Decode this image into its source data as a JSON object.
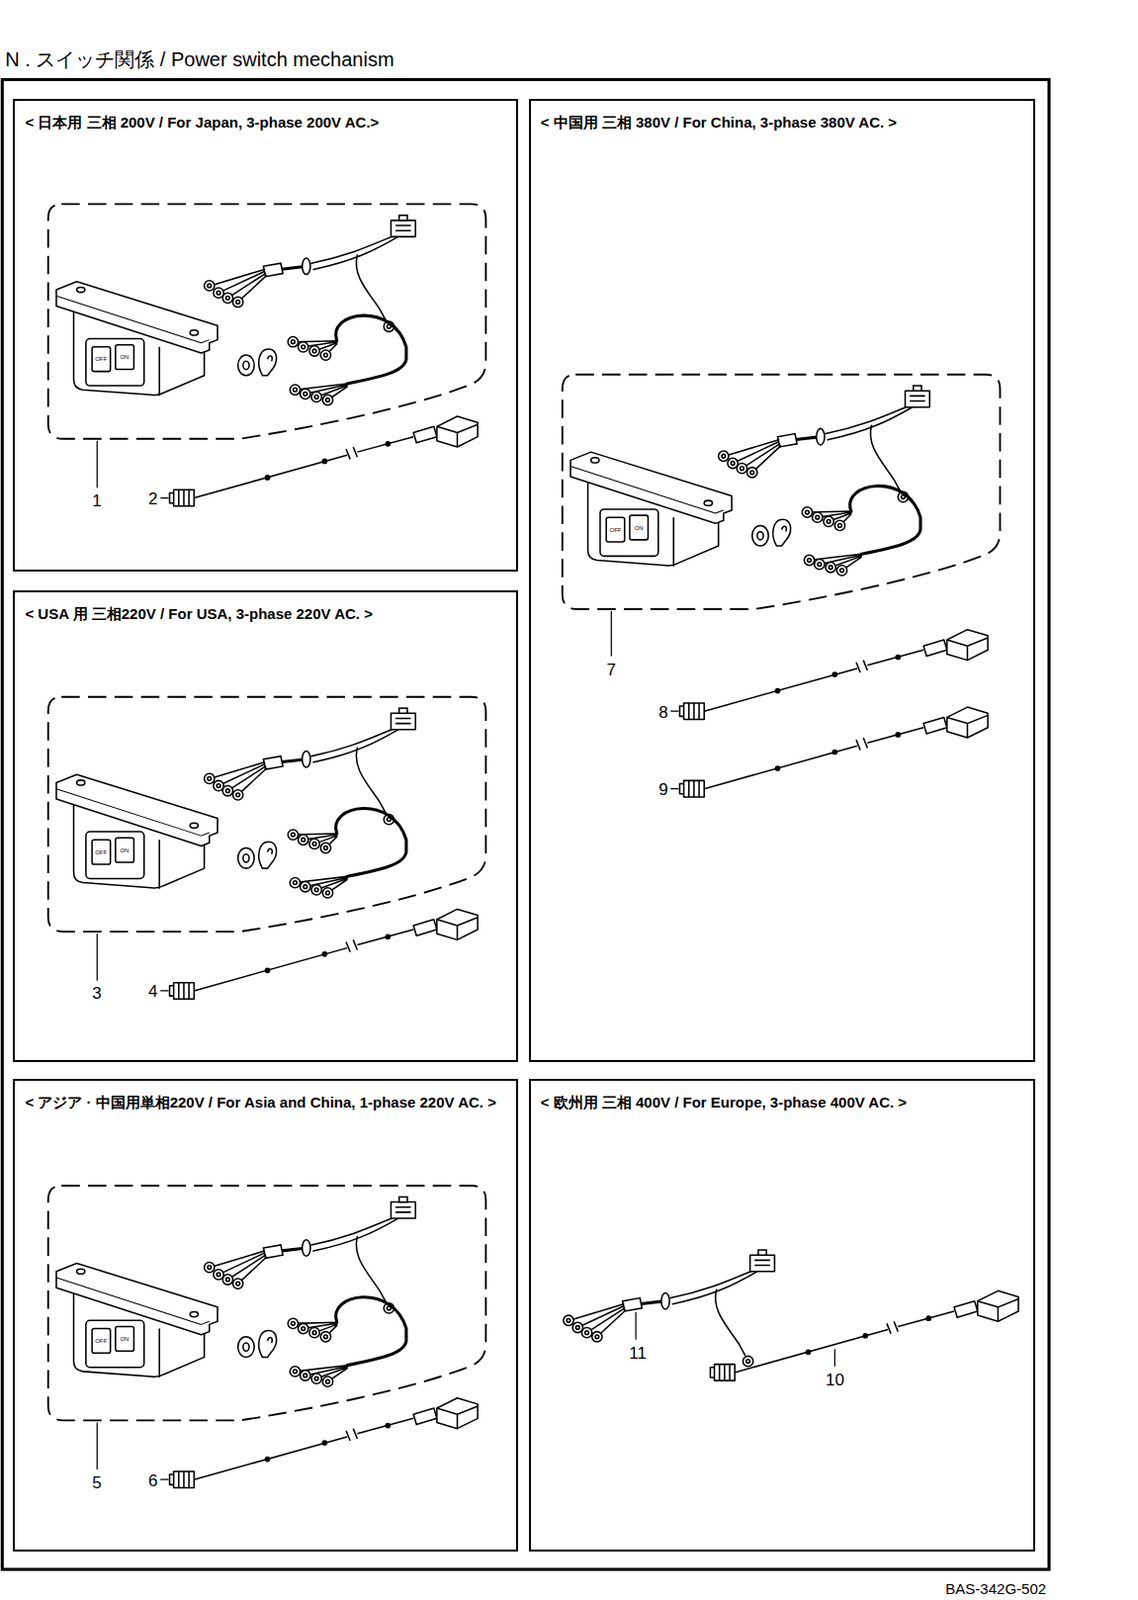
{
  "diagram": {
    "title": "N . スイッチ関係 / Power switch mechanism",
    "nodes": [
      {
        "text": [
          "< 日本用 三相 200V / For Japan, 3-phase 200V AC.>"
        ]
      },
      {
        "text": [
          "< 中国用 三相 380V / For China, 3-phase 380V AC. >"
        ]
      },
      {
        "text": [
          "< USA 用 三相220V / For USA, 3-phase 220V AC. >"
        ]
      },
      {
        "text": [
          "< アジア · 中国用単相220V / For Asia and China, 1-phase 220V AC. >"
        ]
      },
      {
        "text": [
          "< 欧州用 三相 400V / For Europe, 3-phase 400V AC. >"
        ]
      }
    ],
    "labels": [
      "OFF",
      "ON",
      "1",
      "2",
      "OFF",
      "ON",
      "7",
      "8",
      "9",
      "OFF",
      "ON",
      "3",
      "4",
      "OFF",
      "ON",
      "5",
      "6",
      "11",
      "10",
      "BAS-342G-502"
    ]
  }
}
